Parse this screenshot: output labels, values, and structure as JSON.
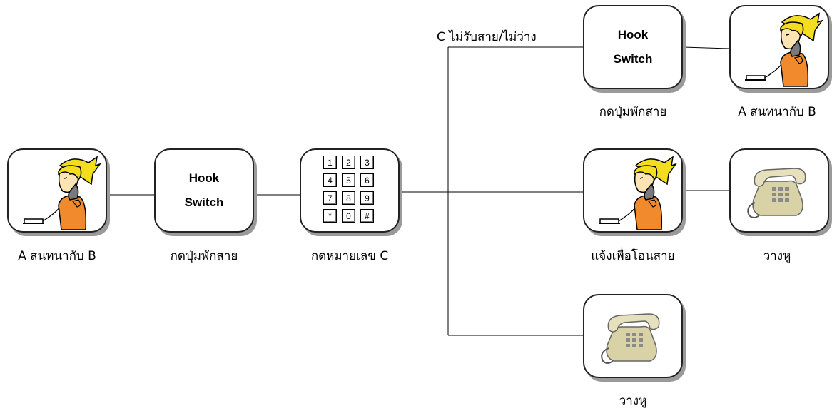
{
  "nodes": {
    "start_person": {
      "caption": "A สนทนากับ B"
    },
    "hook_switch_1": {
      "line1": "Hook",
      "line2": "Switch",
      "caption": "กดปุ่มพักสาย"
    },
    "keypad": {
      "keys": [
        "1",
        "2",
        "3",
        "4",
        "5",
        "6",
        "7",
        "8",
        "9",
        "*",
        "0",
        "#"
      ],
      "caption": "กดหมายเลข C"
    },
    "hook_switch_2": {
      "line1": "Hook",
      "line2": "Switch",
      "caption": "กดปุ่มพักสาย"
    },
    "end_person_top": {
      "caption": "A สนทนากับ B"
    },
    "announce_person": {
      "caption": "แจ้งเพื่อโอนสาย"
    },
    "hangup_mid": {
      "caption": "วางหู"
    },
    "hangup_bottom": {
      "caption": "วางหู"
    }
  },
  "branch_label": "C ไม่รับสาย/ไม่ว่าง",
  "colors": {
    "border": "#222222",
    "hair": "#f2dd1e",
    "shirt": "#f08a2c",
    "phone": "#d9d2a6"
  }
}
